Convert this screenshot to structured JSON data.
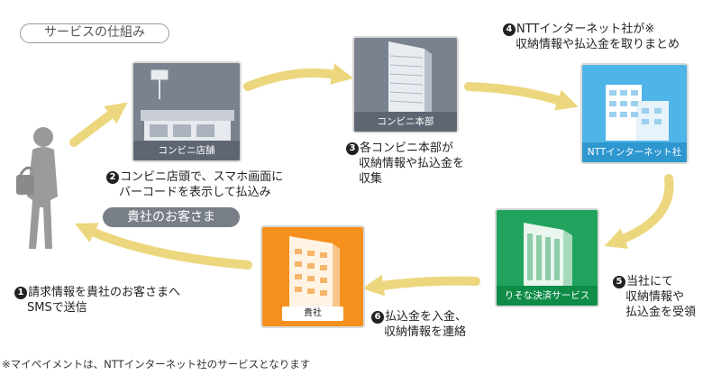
{
  "title_tag": "サービスの仕組み",
  "customer_label": "貴社のお客さま",
  "nodes": {
    "convenience_store": "コンビニ店舗",
    "convenience_hq": "コンビニ本部",
    "ntt": "NTTインターネット社",
    "risona": "りそな決済サービス",
    "client": "貴社"
  },
  "steps": [
    {
      "number": "1",
      "lines": [
        "請求情報を貴社のお客さまへ",
        "SMSで送信"
      ]
    },
    {
      "number": "2",
      "lines": [
        "コンビニ店頭で、スマホ画面に",
        "バーコードを表示して払込み"
      ]
    },
    {
      "number": "3",
      "lines": [
        "各コンビニ本部が",
        "収納情報や払込金を",
        "収集"
      ]
    },
    {
      "number": "4",
      "lines": [
        "NTTインターネット社が※",
        "収納情報や払込金を取りまとめ"
      ]
    },
    {
      "number": "5",
      "lines": [
        "当社にて",
        "収納情報や",
        "払込金を受領"
      ]
    },
    {
      "number": "6",
      "lines": [
        "払込金を入金、",
        "収納情報を連絡"
      ]
    }
  ],
  "footnote": "※マイペイメントは、NTTインターネット社のサービスとなります",
  "colors": {
    "arrow": "#ecd77e",
    "gray_box": "#7a8290",
    "blue_box": "#4fb4e8",
    "green_box": "#21a35e",
    "orange_box": "#f5901e"
  }
}
